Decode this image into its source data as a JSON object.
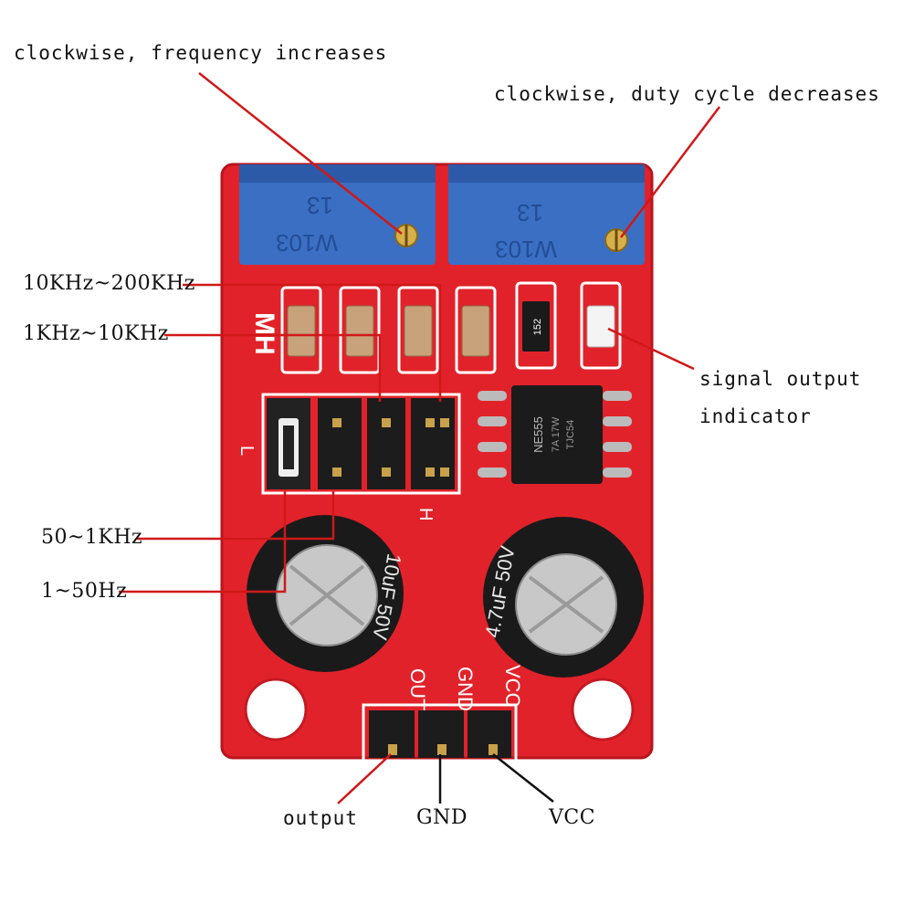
{
  "annotations": {
    "freq_knob": "clockwise, frequency increases",
    "duty_knob": "clockwise, duty cycle decreases",
    "range_10k_200k": "10KHz~200KHz",
    "range_1k_10k": "1KHz~10KHz",
    "signal_line1": "signal output",
    "signal_line2": "indicator",
    "range_50_1k": "50~1KHz",
    "range_1_50": "1~50Hz",
    "output": "output",
    "gnd": "GND",
    "vcc": "VCC"
  },
  "board": {
    "silkscreen_logo": "MH",
    "jumper_low": "L",
    "jumper_high": "H",
    "pin_out": "OUT",
    "pin_gnd": "GND",
    "pin_vcc": "VCC",
    "pot_left_top": "13",
    "pot_left_bottom": "W103",
    "pot_right_top": "13",
    "pot_right_bottom": "W103",
    "resistor_code": "152",
    "ic_line1": "NE555",
    "ic_line2": "7A 17W",
    "ic_line3": "TJC54",
    "cap_left_text": "10uF 50V",
    "cap_right_text": "4.7uF 50V"
  },
  "colors": {
    "pcb": "#e2222a",
    "pcb_dark": "#b8141c",
    "pot_blue": "#3a6fc4",
    "leader_red": "#d01818",
    "leader_black": "#111111"
  }
}
